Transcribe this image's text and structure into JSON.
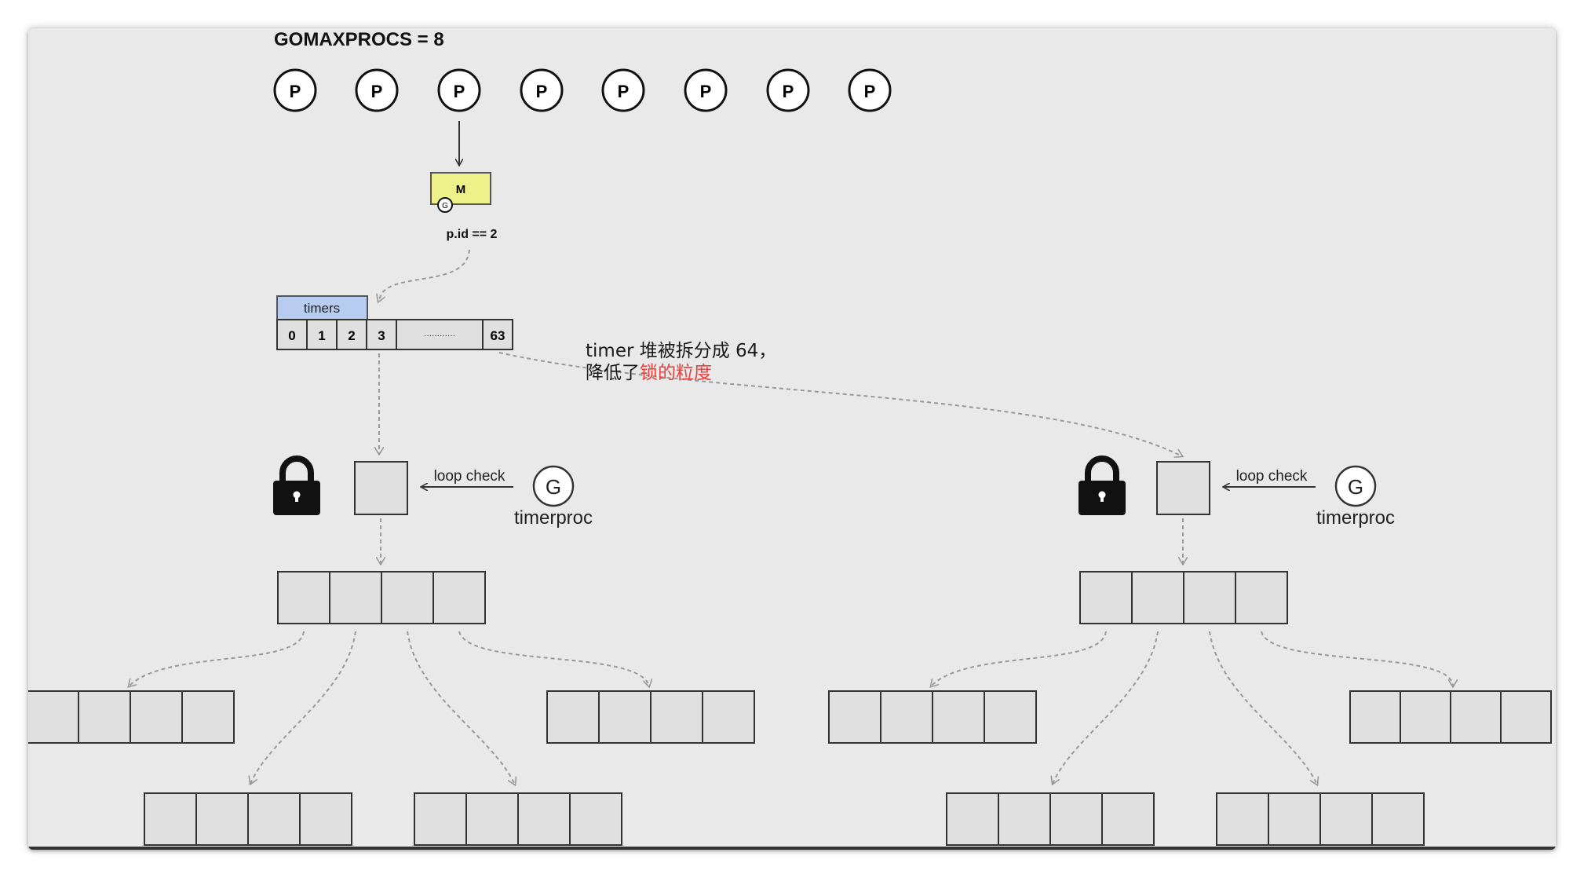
{
  "title": "GOMAXPROCS = 8",
  "p_nodes": [
    "P",
    "P",
    "P",
    "P",
    "P",
    "P",
    "P",
    "P"
  ],
  "m_label": "M",
  "m_badge": "G",
  "pid_label": "p.id == 2",
  "timers_label": "timers",
  "timer_slots": [
    "0",
    "1",
    "2",
    "3",
    "············",
    "63"
  ],
  "note": {
    "line1": "timer 堆被拆分成 64，",
    "line2_prefix": "降低了",
    "line2_highlight": "锁的粒度"
  },
  "loop_label": "loop check",
  "g_label": "G",
  "proc_label": "timerproc",
  "colors": {
    "background": "#e9e9e9",
    "cell_fill": "#e0e0e0",
    "m_fill": "#eef08a",
    "timers_fill": "#b7ccf0",
    "highlight": "#e8403a"
  },
  "icons": [
    "lock-icon",
    "lock-icon"
  ]
}
